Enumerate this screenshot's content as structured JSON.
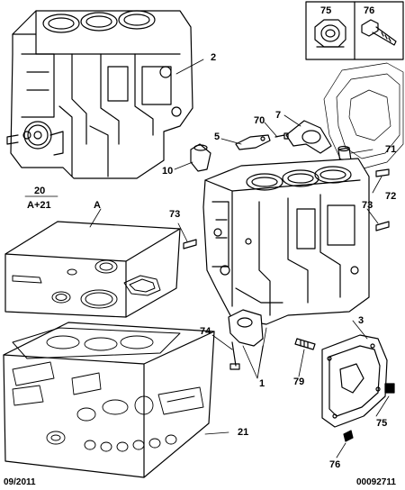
{
  "callouts": {
    "c1": "1",
    "c2": "2",
    "c3": "3",
    "c5": "5",
    "c7": "7",
    "c10": "10",
    "c20": "20",
    "c21": "21",
    "cA21": "A+21",
    "cA": "A",
    "c70": "70",
    "c71": "71",
    "c72": "72",
    "c73a": "73",
    "c73b": "73",
    "c74": "74",
    "c75a": "75",
    "c75b": "75",
    "c76a": "76",
    "c76b": "76",
    "c79": "79"
  },
  "footer": {
    "date": "09/2011",
    "reference": "00092711"
  },
  "colors": {
    "line": "#000000",
    "background": "#ffffff"
  }
}
